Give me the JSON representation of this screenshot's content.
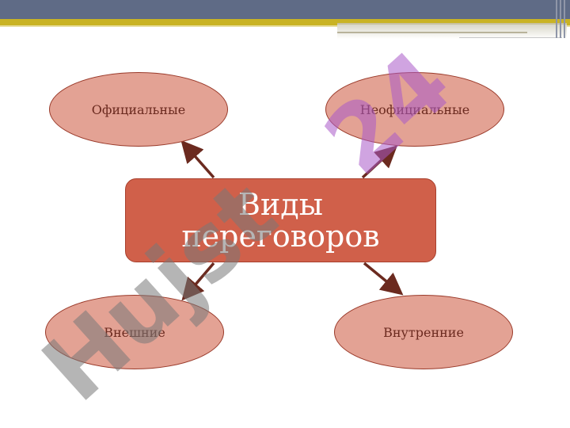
{
  "diagram": {
    "center": {
      "label": "Виды переговоров"
    },
    "nodes": {
      "top_left": {
        "label": "Официальные"
      },
      "top_right": {
        "label": "Неофициальные"
      },
      "bottom_left": {
        "label": "Внешние"
      },
      "bottom_right": {
        "label": "Внутренние"
      }
    }
  },
  "watermark": {
    "part1": "Hujst",
    "part2": "24"
  },
  "colors": {
    "header_bar": "#5f6b86",
    "gold_accent": "#c9b324",
    "node_fill": "#e3a294",
    "node_border": "#9a3a2a",
    "center_fill": "#d0604a",
    "arrow": "#6b2a1f"
  }
}
